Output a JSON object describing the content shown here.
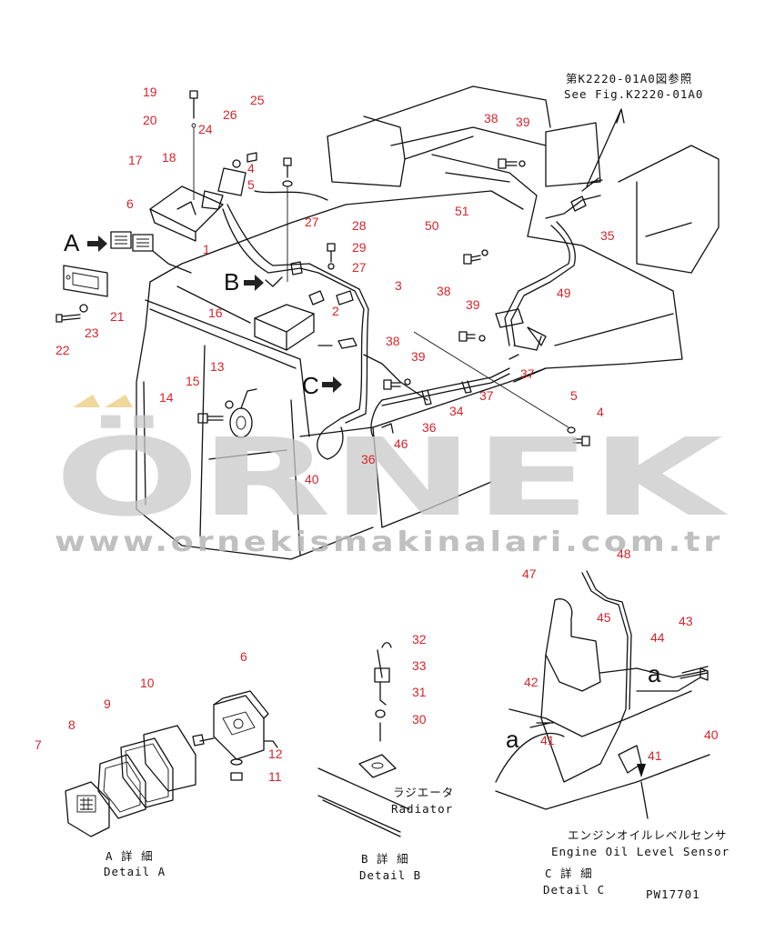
{
  "callouts": [
    "1",
    "2",
    "3",
    "4",
    "5",
    "6",
    "7",
    "8",
    "9",
    "10",
    "11",
    "12",
    "13",
    "14",
    "15",
    "16",
    "17",
    "18",
    "19",
    "20",
    "21",
    "22",
    "23",
    "24",
    "25",
    "26",
    "27",
    "28",
    "29",
    "30",
    "31",
    "32",
    "33",
    "34",
    "35",
    "36",
    "37",
    "38",
    "39",
    "40",
    "41",
    "42",
    "43",
    "44",
    "45",
    "46",
    "47",
    "48",
    "49",
    "50",
    "51"
  ],
  "reference_note": {
    "jp": "第K2220-01A0図参照",
    "en": "See Fig.K2220-01A0"
  },
  "view_letters": {
    "a": "A",
    "b": "B",
    "c": "C",
    "lower_a": "a"
  },
  "details": {
    "a": {
      "jp": "A 詳 細",
      "en": "Detail A"
    },
    "b": {
      "jp": "B 詳 細",
      "en": "Detail B"
    },
    "c": {
      "jp": "C 詳 細",
      "en": "Detail C"
    }
  },
  "radiator": {
    "jp": "ラジエータ",
    "en": "Radiator"
  },
  "sensor": {
    "jp": "エンジンオイルレベルセンサ",
    "en": "Engine Oil Level Sensor"
  },
  "drawing_code": "PW17701",
  "watermark": {
    "brand": "ÖRNEK",
    "url": "www.ornekismakinalari.com.tr"
  },
  "colors": {
    "callout": "#d6252b",
    "line": "#111111",
    "watermark": "#c8c8c8"
  }
}
